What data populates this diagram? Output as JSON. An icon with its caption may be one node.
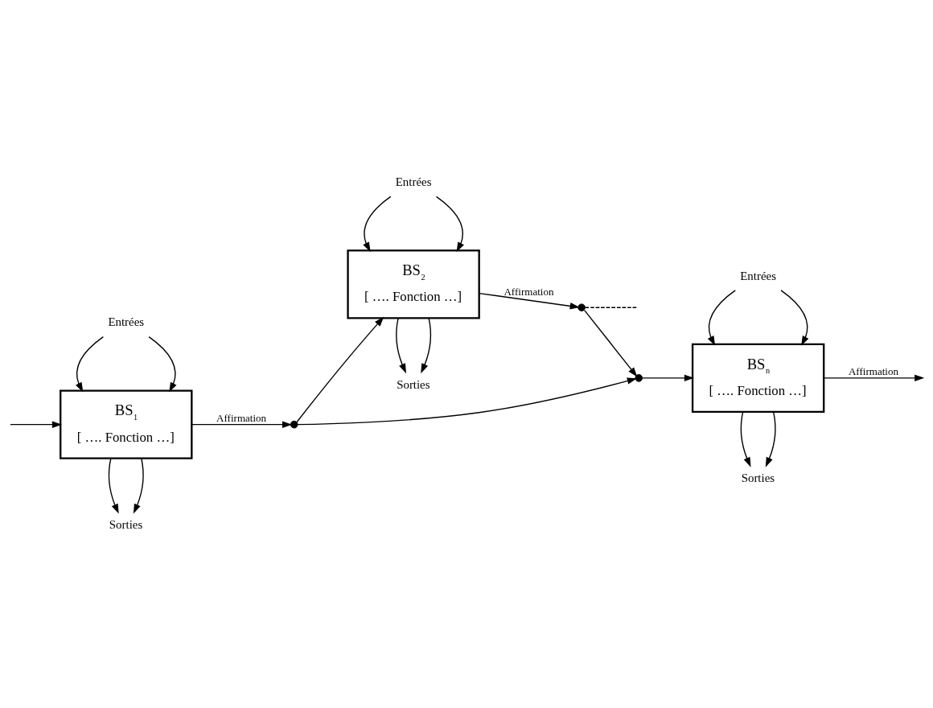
{
  "diagram": {
    "nodes": [
      {
        "text": [
          "Entrées"
        ]
      },
      {
        "text": [
          "BS$_{1}$",
          "[ …. Fonction …]"
        ]
      },
      {
        "text": [
          "Sorties"
        ]
      },
      {
        "text": [
          "Entrées"
        ]
      },
      {
        "text": [
          "BS$_{2}$",
          "[ …. Fonction …]"
        ]
      },
      {
        "text": [
          "Sorties"
        ]
      },
      {
        "text": [],
        "shape": "point"
      },
      {
        "text": [],
        "shape": "point"
      },
      {
        "text": [
          "Entrées"
        ]
      },
      {
        "text": [
          "BS$_{n}$",
          "[ …. Fonction …]"
        ]
      },
      {
        "text": [
          "Sorties"
        ]
      },
      {
        "text": [],
        "shape": "point"
      }
    ],
    "edges": [
      {
        "from": null,
        "to": 1,
        "arrow": "to"
      },
      {
        "from": 0,
        "to": 1,
        "arrow": "to"
      },
      {
        "from": 0,
        "to": 1,
        "arrow": "to"
      },
      {
        "from": 1,
        "to": 2,
        "arrow": "to"
      },
      {
        "from": 1,
        "to": 2,
        "arrow": "to"
      },
      {
        "from": 1,
        "to": 6,
        "label": "Affirmation",
        "arrow": "to"
      },
      {
        "from": 6,
        "to": 4,
        "arrow": "to"
      },
      {
        "from": 3,
        "to": 4,
        "arrow": "to"
      },
      {
        "from": 3,
        "to": 4,
        "arrow": "to"
      },
      {
        "from": 4,
        "to": 5,
        "arrow": "to"
      },
      {
        "from": 4,
        "to": 5,
        "arrow": "to"
      },
      {
        "from": 4,
        "to": 7,
        "label": "Affirmation",
        "arrow": "to"
      },
      {
        "from": 7,
        "to": null,
        "arrow": "none",
        "style": "dashed"
      },
      {
        "from": 6,
        "to": 11,
        "arrow": "to"
      },
      {
        "from": 7,
        "to": 11,
        "arrow": "to"
      },
      {
        "from": 11,
        "to": 9,
        "arrow": "to"
      },
      {
        "from": 8,
        "to": 9,
        "arrow": "to"
      },
      {
        "from": 8,
        "to": 9,
        "arrow": "to"
      },
      {
        "from": 9,
        "to": 10,
        "arrow": "to"
      },
      {
        "from": 9,
        "to": 10,
        "arrow": "to"
      },
      {
        "from": 9,
        "to": null,
        "label": "Affirmation",
        "arrow": "to"
      }
    ]
  }
}
